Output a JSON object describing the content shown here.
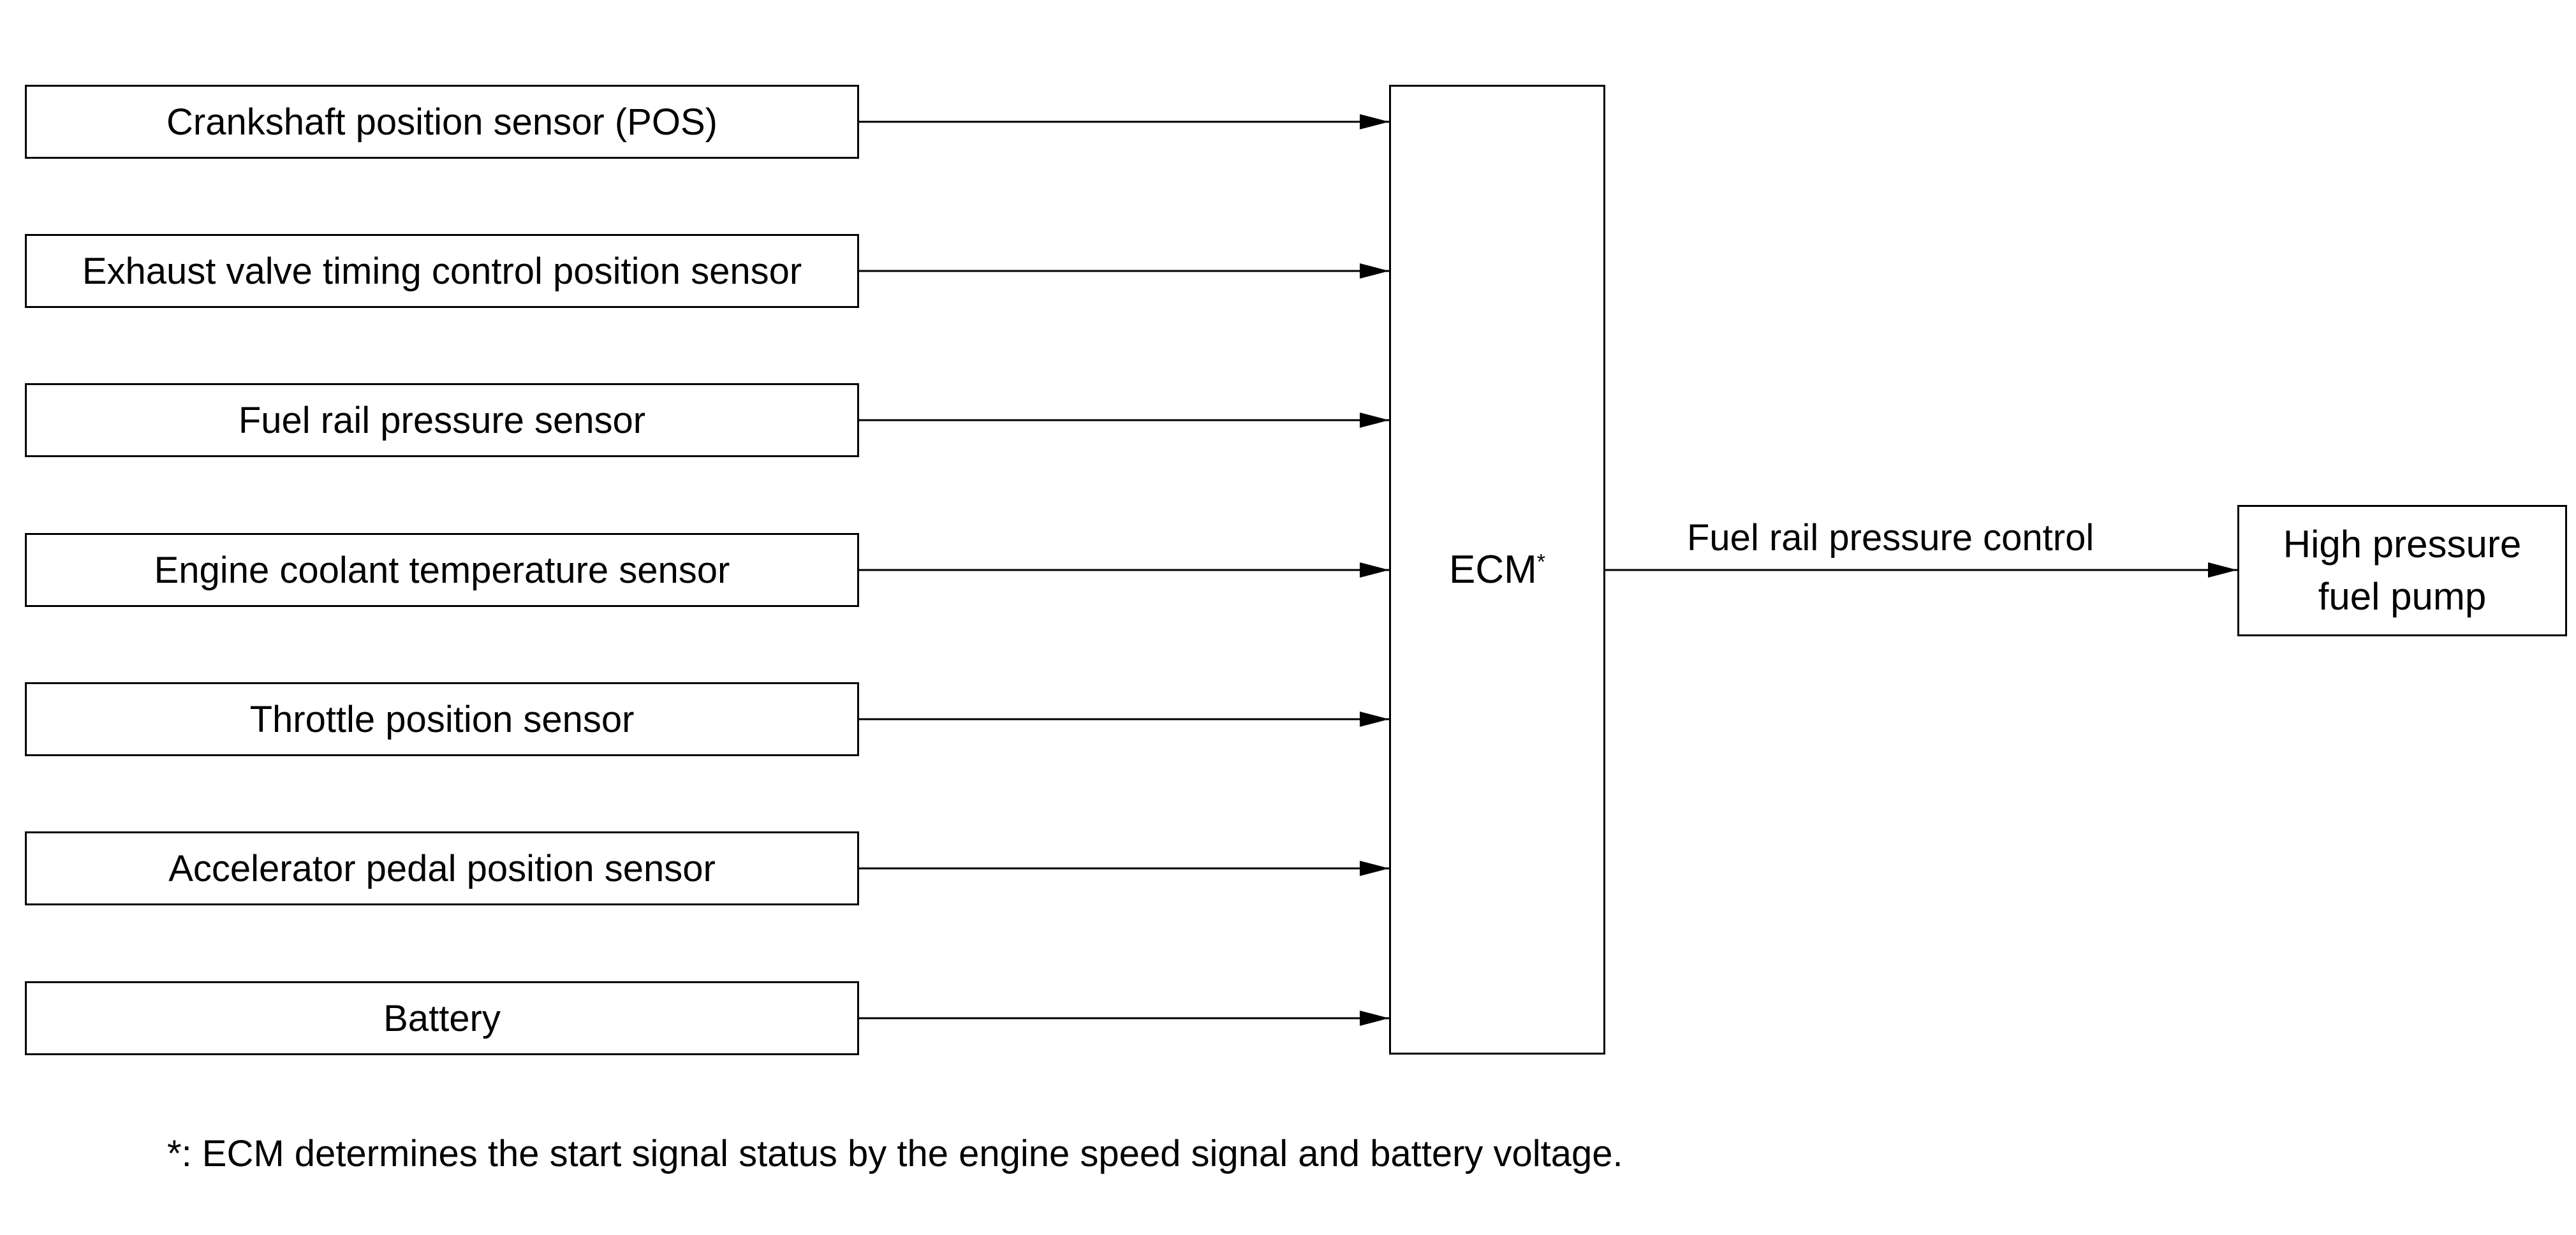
{
  "sensors": [
    {
      "label": "Crankshaft position sensor (POS)"
    },
    {
      "label": "Exhaust valve timing control position sensor"
    },
    {
      "label": "Fuel rail pressure sensor"
    },
    {
      "label": "Engine coolant temperature sensor"
    },
    {
      "label": "Throttle position sensor"
    },
    {
      "label": "Accelerator pedal position sensor"
    },
    {
      "label": "Battery"
    }
  ],
  "ecm": {
    "label": "ECM",
    "marker": "*"
  },
  "output": {
    "label": "Fuel rail pressure control"
  },
  "pump": {
    "line1": "High pressure",
    "line2": "fuel pump"
  },
  "footnote": "*: ECM determines the start signal status by the engine speed signal and battery voltage."
}
